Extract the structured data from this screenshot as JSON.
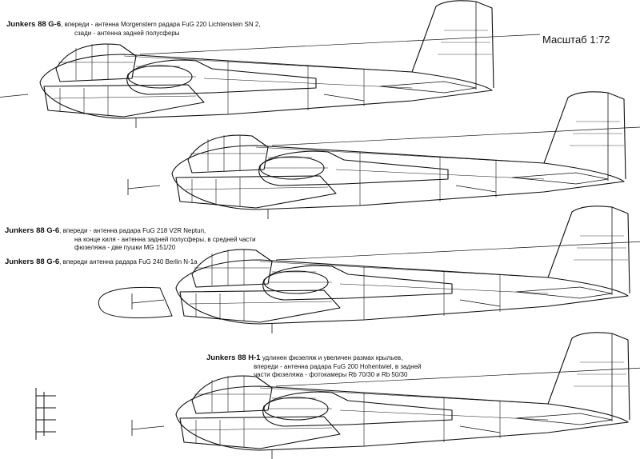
{
  "scale_label": "Масштаб 1:72",
  "variants": [
    {
      "name": "Junkers 88 G-6",
      "lines": [
        ", впереди - антенна Morgenstern радара FuG 220 Lichtenstein SN 2,",
        "сзади - антенна задней полусферы"
      ]
    },
    {
      "name": "Junkers 88 G-6",
      "lines": [
        ", впереди - антенна радара FuG 218 V2R Neptun,",
        "на конце киля - антенна задней полусферы, в средней части",
        "фюзеляжа - две пушки MG 151/20"
      ]
    },
    {
      "name": "Junkers 88 G-6",
      "lines": ", впереди антенна радара FuG 240 Berlin N-1a"
    },
    {
      "name": "Junkers 88 H-1",
      "lines": [
        " удлинен фюзеляж и увеличен размах крыльев,",
        "впереди - антенна радара FuG 200 Hohentwiel, в задней",
        "части фюзеляжа - фотокамеры Rb 70/30 и Rb 50/30"
      ]
    }
  ]
}
